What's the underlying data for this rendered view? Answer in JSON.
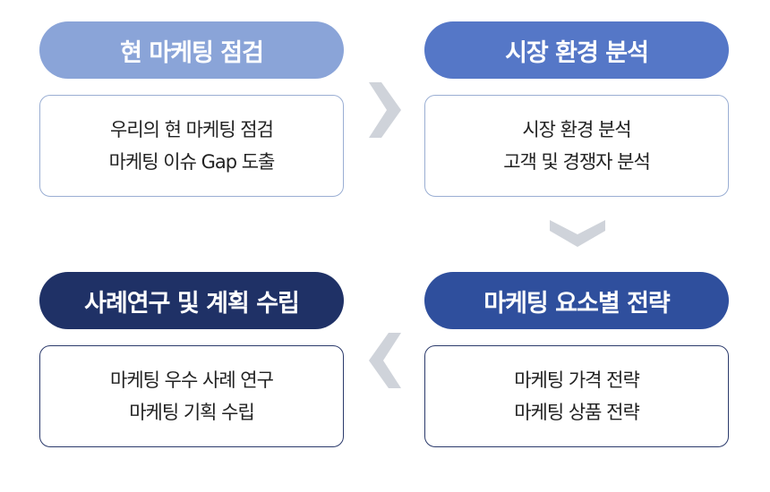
{
  "steps": [
    {
      "title": "현 마케팅 점검",
      "lines": [
        "우리의 현 마케팅 점검",
        "마케팅 이슈 Gap 도출"
      ]
    },
    {
      "title": "시장 환경 분석",
      "lines": [
        "시장 환경 분석",
        "고객 및 경쟁자 분석"
      ]
    },
    {
      "title": "마케팅 요소별 전략",
      "lines": [
        "마케팅 가격 전략",
        "마케팅 상품 전략"
      ]
    },
    {
      "title": "사례연구 및 계획 수립",
      "lines": [
        "마케팅 우수 사례 연구",
        "마케팅 기획 수립"
      ]
    }
  ],
  "colors": {
    "step1": "#8aa4d8",
    "step2": "#5577c7",
    "step3": "#2f4f9d",
    "step4": "#1f3166",
    "arrow": "#cfd3da"
  },
  "icons": {
    "arrow1": "chevron-right-icon",
    "arrow2": "chevron-down-icon",
    "arrow3": "chevron-left-icon"
  }
}
